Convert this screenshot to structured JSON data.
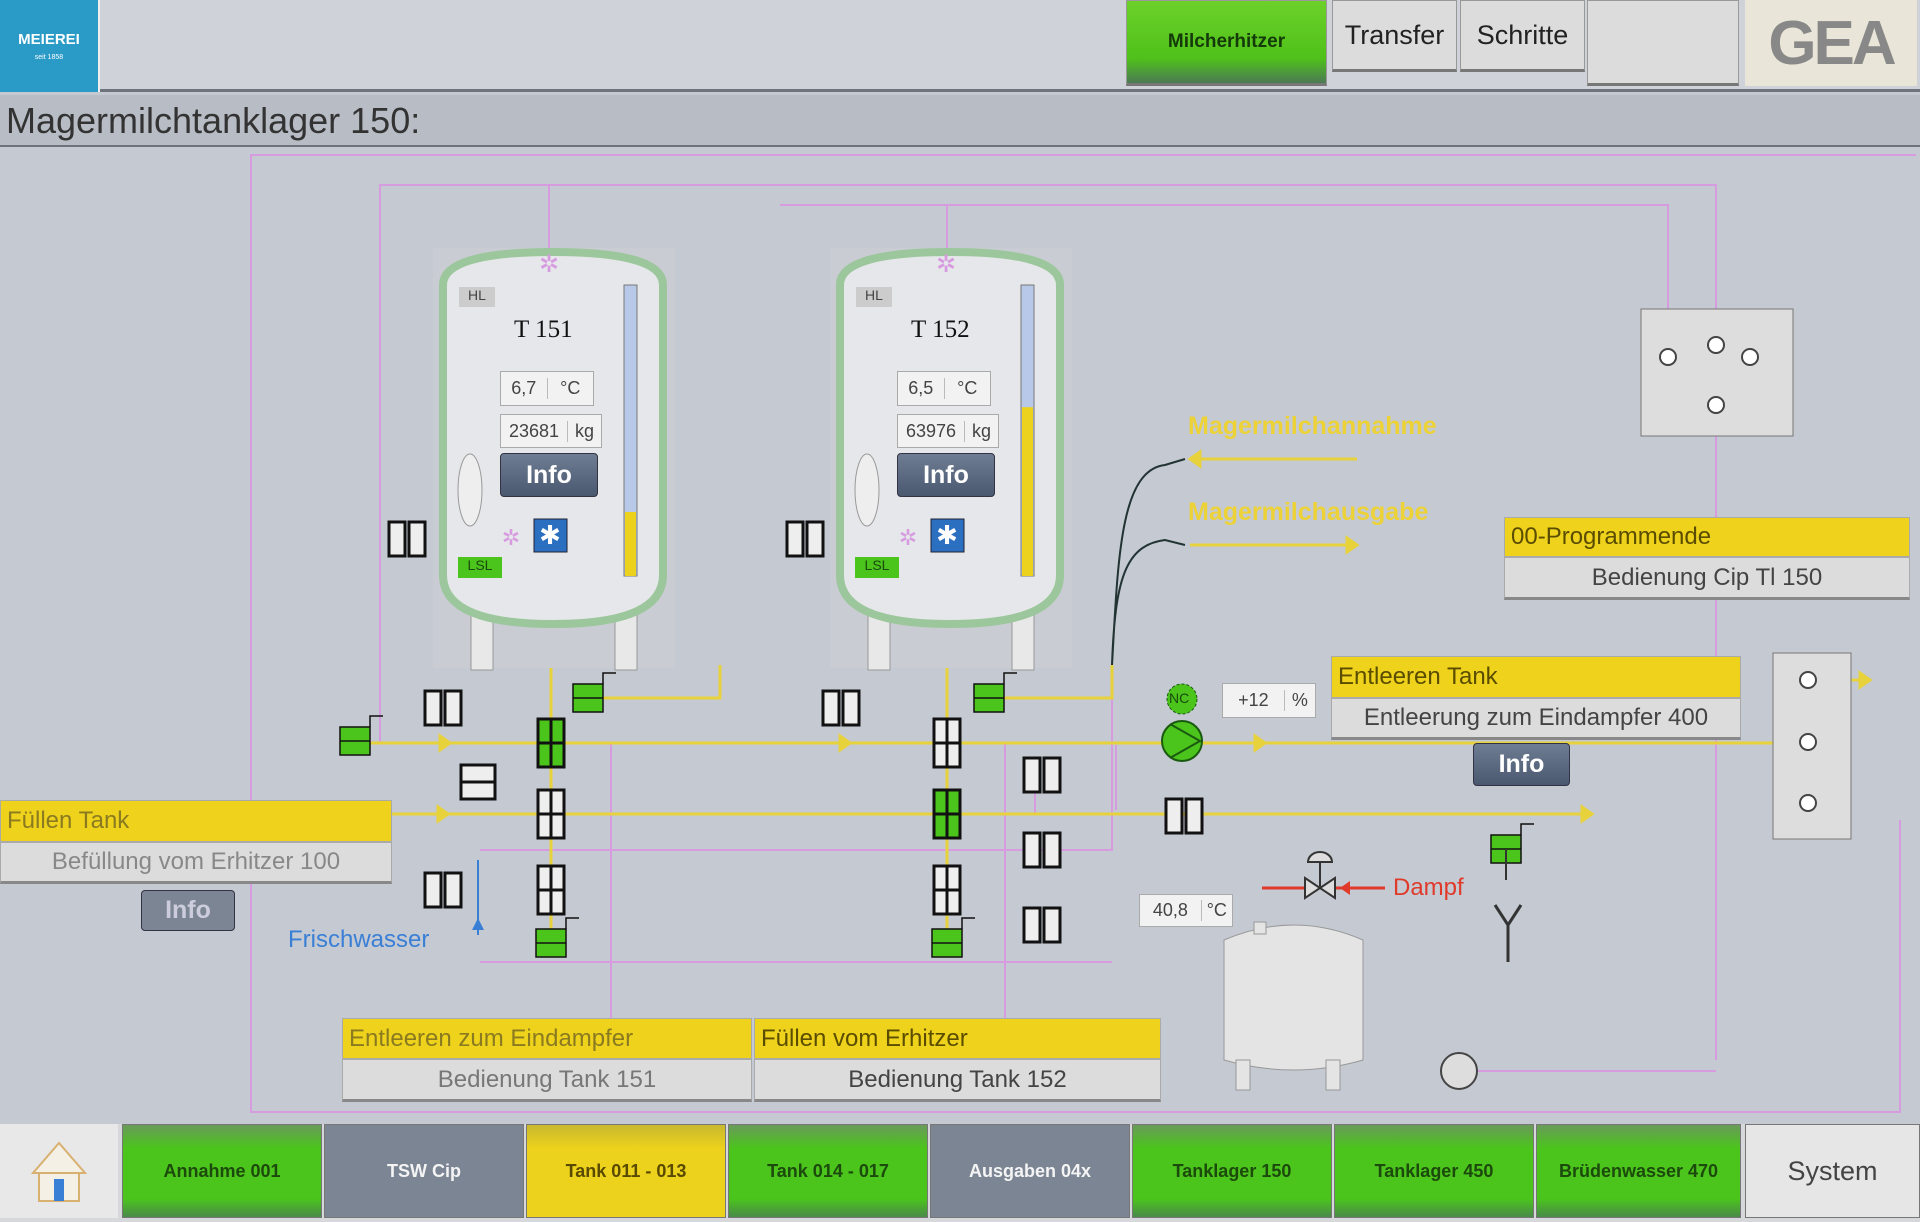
{
  "header": {
    "logo_text": "MEIEREI",
    "logo_subtext": "seit 1858",
    "tabs": [
      {
        "label": "Milcherhitzer",
        "active": true
      },
      {
        "label": "Transfer"
      },
      {
        "label": "Schritte"
      }
    ],
    "brand": "GEA"
  },
  "page_title": "Magermilchtanklager 150:",
  "tanks": [
    {
      "name": "T 151",
      "hl": "HL",
      "lsl": "LSL",
      "temp": "6,7",
      "temp_unit": "°C",
      "mass": "23681",
      "mass_unit": "kg",
      "info": "Info",
      "level_fraction": 0.22
    },
    {
      "name": "T 152",
      "hl": "HL",
      "lsl": "LSL",
      "temp": "6,5",
      "temp_unit": "°C",
      "mass": "63976",
      "mass_unit": "kg",
      "info": "Info",
      "level_fraction": 0.58
    }
  ],
  "labels": {
    "annahme": "Magermilchannahme",
    "ausgabe": "Magermilchausgabe",
    "frischwasser": "Frischwasser",
    "dampf": "Dampf",
    "nc": "NC"
  },
  "pump": {
    "value": "+12",
    "unit": "%"
  },
  "steam_temp": {
    "value": "40,8",
    "unit": "°C"
  },
  "programs": {
    "cip": {
      "status": "00-Programmende",
      "action": "Bedienung Cip Tl 150"
    },
    "entleeren": {
      "status": "Entleeren Tank",
      "action": "Entleerung zum Eindampfer 400",
      "info": "Info"
    },
    "fuellen": {
      "status": "Füllen Tank",
      "action": "Befüllung vom Erhitzer 100",
      "info": "Info"
    },
    "tank151": {
      "status": "Entleeren zum Eindampfer",
      "action": "Bedienung Tank 151"
    },
    "tank152": {
      "status": "Füllen vom Erhitzer",
      "action": "Bedienung Tank 152"
    }
  },
  "nav": [
    {
      "label": "Annahme 001"
    },
    {
      "label": "TSW Cip"
    },
    {
      "label": "Tank 011 - 013"
    },
    {
      "label": "Tank 014 - 017"
    },
    {
      "label": "Ausgaben 04x"
    },
    {
      "label": "Tanklager 150"
    },
    {
      "label": "Tanklager 450"
    },
    {
      "label": "Brüdenwasser 470"
    },
    {
      "label": "System"
    }
  ],
  "colors": {
    "pipe_product": "#e8d23c",
    "pipe_cip": "#d79be0",
    "active": "#4bc41c",
    "status_yellow": "#efd21c"
  }
}
